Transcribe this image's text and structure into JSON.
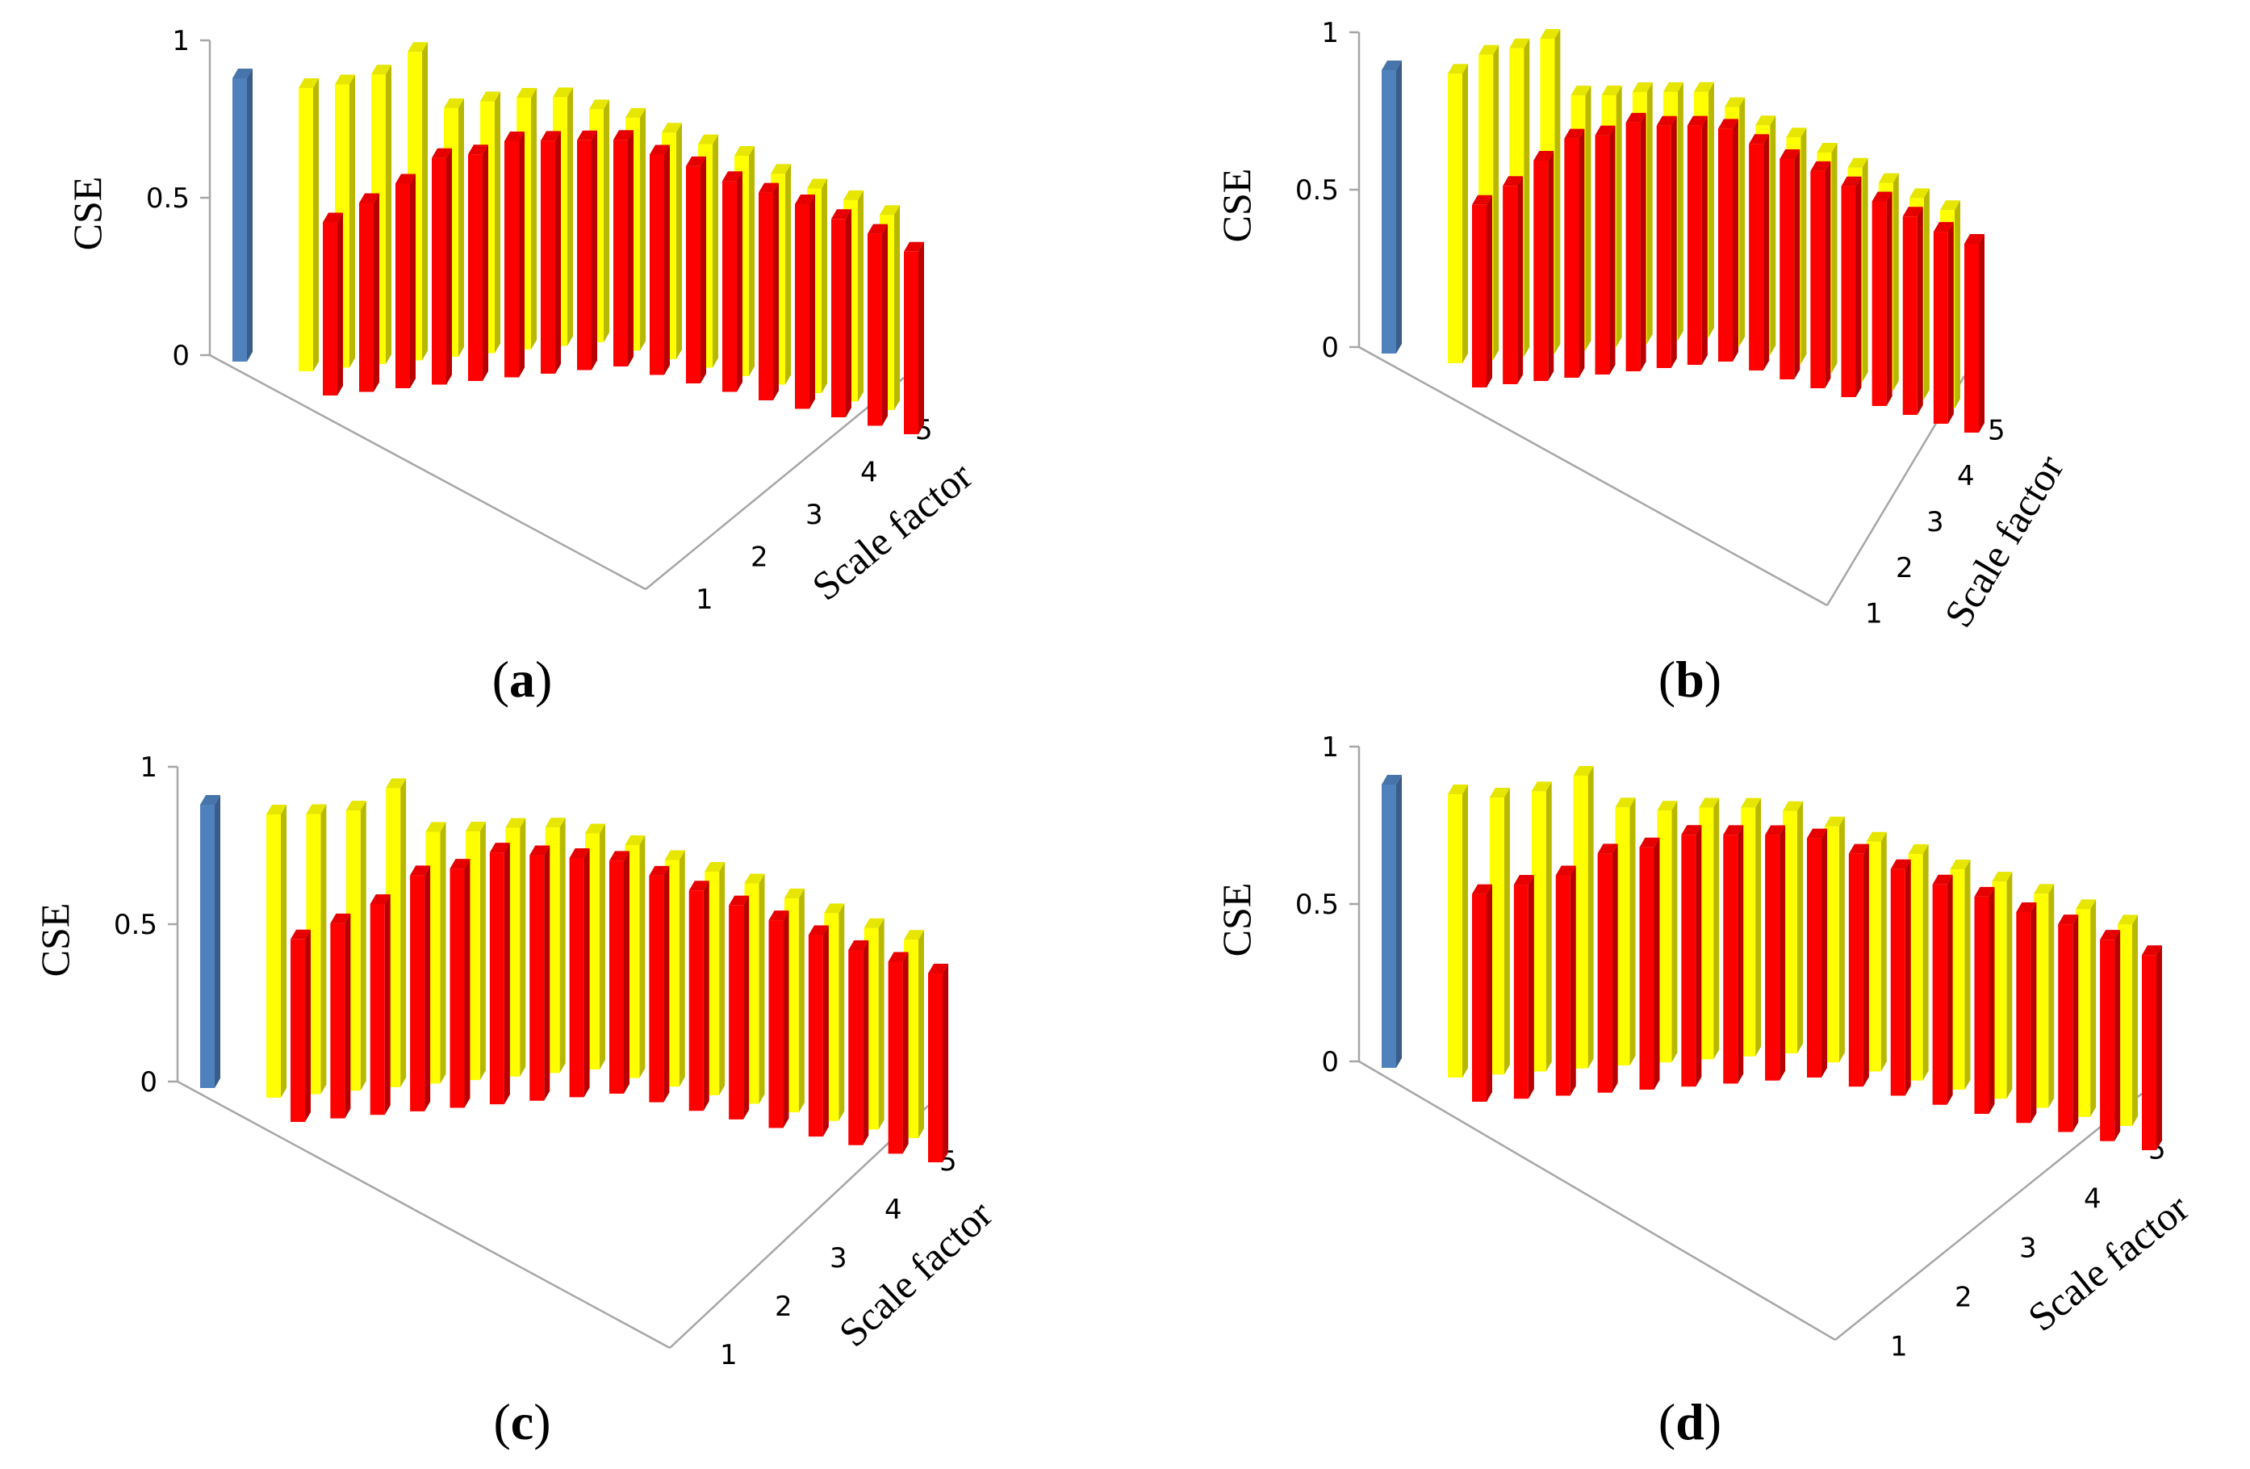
{
  "figure": {
    "colors": {
      "fs": "#4f81bd",
      "vmd": "#ffff00",
      "emd": "#ff0000",
      "axis": "#a6a6a6"
    }
  },
  "chart_data": [
    {
      "type": "bar3d",
      "panel_label": "a",
      "ylabel": "CSE",
      "zlabel": "Scale factor",
      "yticks": [
        "0",
        "0.5",
        "1"
      ],
      "zticks": [
        "1",
        "2",
        "3",
        "4",
        "5"
      ],
      "ylim": [
        0,
        1
      ],
      "baseline": 0.9,
      "yellow": [
        0.9,
        0.9,
        0.92,
        0.98,
        0.79,
        0.8,
        0.8,
        0.79,
        0.74,
        0.74,
        0.72,
        0.71,
        0.7,
        0.67,
        0.65,
        0.64,
        0.62
      ],
      "red": [
        0.55,
        0.6,
        0.65,
        0.72,
        0.72,
        0.75,
        0.74,
        0.73,
        0.72,
        0.7,
        0.69,
        0.67,
        0.66,
        0.65,
        0.63,
        0.61,
        0.58
      ]
    },
    {
      "type": "bar3d",
      "panel_label": "b",
      "ylabel": "CSE",
      "zlabel": "Scale factor",
      "yticks": [
        "0",
        "0.5",
        "1"
      ],
      "zticks": [
        "1",
        "2",
        "3",
        "4",
        "5"
      ],
      "ylim": [
        0,
        1
      ],
      "baseline": 0.9,
      "yellow": [
        0.92,
        0.97,
        0.98,
        1.0,
        0.81,
        0.8,
        0.8,
        0.79,
        0.78,
        0.76,
        0.73,
        0.72,
        0.7,
        0.68,
        0.66,
        0.64,
        0.63
      ],
      "red": [
        0.58,
        0.63,
        0.7,
        0.76,
        0.76,
        0.79,
        0.77,
        0.76,
        0.74,
        0.72,
        0.7,
        0.69,
        0.67,
        0.65,
        0.63,
        0.61,
        0.6
      ]
    },
    {
      "type": "bar3d",
      "panel_label": "c",
      "ylabel": "CSE",
      "zlabel": "Scale factor",
      "yticks": [
        "0",
        "0.5",
        "1"
      ],
      "zticks": [
        "1",
        "2",
        "3",
        "4",
        "5"
      ],
      "ylim": [
        0,
        1
      ],
      "baseline": 0.9,
      "yellow": [
        0.9,
        0.89,
        0.89,
        0.95,
        0.8,
        0.79,
        0.79,
        0.78,
        0.75,
        0.74,
        0.72,
        0.71,
        0.7,
        0.68,
        0.66,
        0.64,
        0.63
      ],
      "red": [
        0.58,
        0.62,
        0.67,
        0.75,
        0.76,
        0.8,
        0.78,
        0.76,
        0.74,
        0.72,
        0.7,
        0.68,
        0.66,
        0.64,
        0.62,
        0.61,
        0.6
      ]
    },
    {
      "type": "bar3d",
      "panel_label": "d",
      "ylabel": "CSE",
      "zlabel": "Scale factor",
      "yticks": [
        "0",
        "0.5",
        "1"
      ],
      "zticks": [
        "1",
        "2",
        "3",
        "4",
        "5"
      ],
      "ylim": [
        0,
        1
      ],
      "baseline": 0.9,
      "yellow": [
        0.9,
        0.88,
        0.89,
        0.93,
        0.82,
        0.8,
        0.8,
        0.79,
        0.77,
        0.75,
        0.73,
        0.72,
        0.7,
        0.69,
        0.68,
        0.66,
        0.64
      ],
      "red": [
        0.66,
        0.68,
        0.7,
        0.76,
        0.77,
        0.8,
        0.79,
        0.78,
        0.76,
        0.74,
        0.72,
        0.7,
        0.69,
        0.67,
        0.66,
        0.64,
        0.62
      ]
    }
  ]
}
